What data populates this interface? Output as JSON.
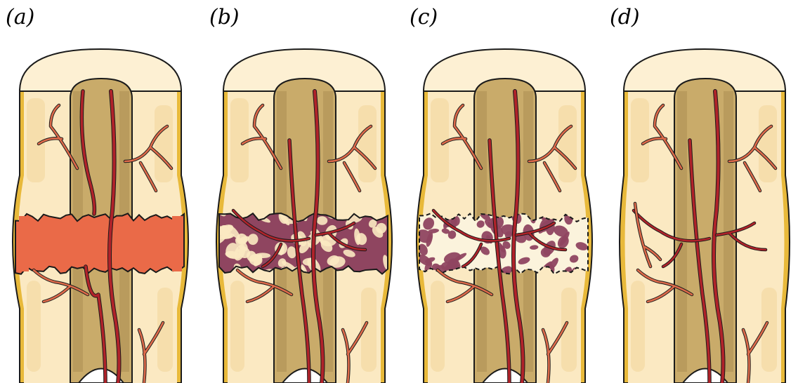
{
  "panels": [
    {
      "id": "a",
      "label": "(a)",
      "stage": "hematoma"
    },
    {
      "id": "b",
      "label": "(b)",
      "stage": "fibrocartilaginous-callus"
    },
    {
      "id": "c",
      "label": "(c)",
      "stage": "bony-callus"
    },
    {
      "id": "d",
      "label": "(d)",
      "stage": "remodeled-bone"
    }
  ],
  "colors": {
    "bone": "#fbe9c2",
    "bone_shade": "#f3d69a",
    "cap": "#fdf0d3",
    "cartilage": "#fbf3dc",
    "canal": "#c9ab6a",
    "canal_dark": "#9a7f44",
    "periosteum": "#e8b93a",
    "outline": "#1a1a1a",
    "vessel": "#b0232a",
    "vessel_light": "#dd6a4a",
    "hematoma": "#ea6a48",
    "callus_dark": "#8f4560",
    "callus_light": "#fbe9c2"
  }
}
